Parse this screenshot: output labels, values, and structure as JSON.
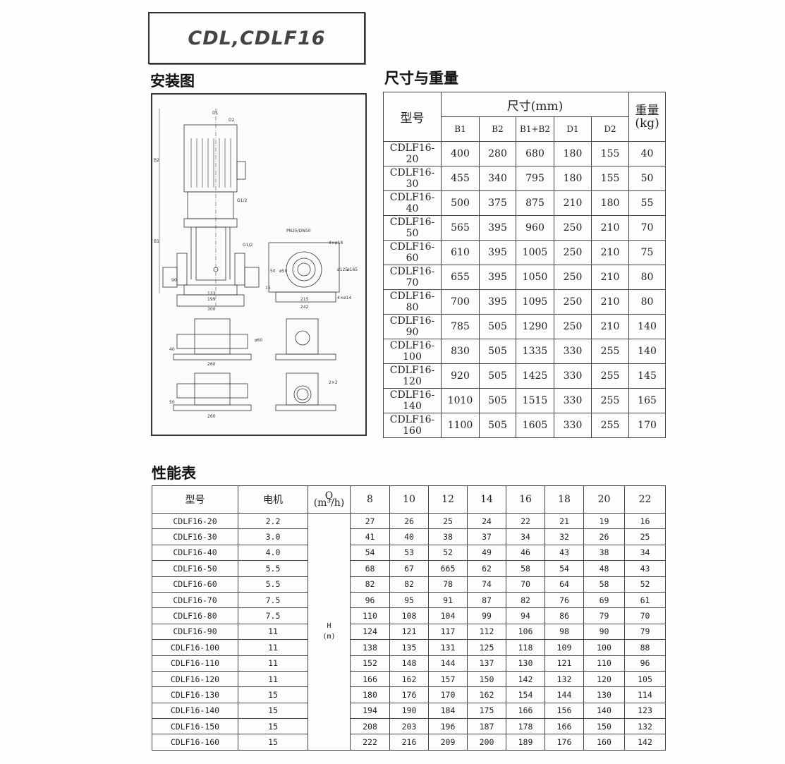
{
  "title": "CDL,CDLF16",
  "install": {
    "heading": "安装图",
    "labels": {
      "d1": "D1",
      "d2": "D2",
      "b2": "B2",
      "b1": "B1",
      "g1": "G1/2",
      "g2": "G1/2",
      "h90": "90",
      "w133": "133",
      "w199": "199",
      "w300": "300",
      "pn": "PN25/DN50",
      "bolt18": "4×ø18",
      "d125": "ø125",
      "d165": "ø165",
      "bolt14": "4×ø14",
      "w215": "215",
      "w242": "242",
      "h15": "15",
      "d50": "ø50",
      "h50": "50",
      "h40": "40",
      "w260a": "260",
      "d60": "ø60",
      "h50b": "50",
      "w260b": "260",
      "x2": "2×2"
    }
  },
  "dimensions": {
    "heading": "尺寸与重量",
    "model_header": "型号",
    "size_header": "尺寸(mm)",
    "weight_header": "重量(kg)",
    "columns": [
      "B1",
      "B2",
      "B1+B2",
      "D1",
      "D2"
    ],
    "rows": [
      [
        "CDLF16-20",
        "400",
        "280",
        "680",
        "180",
        "155",
        "40"
      ],
      [
        "CDLF16-30",
        "455",
        "340",
        "795",
        "180",
        "155",
        "50"
      ],
      [
        "CDLF16-40",
        "500",
        "375",
        "875",
        "210",
        "180",
        "55"
      ],
      [
        "CDLF16-50",
        "565",
        "395",
        "960",
        "250",
        "210",
        "70"
      ],
      [
        "CDLF16-60",
        "610",
        "395",
        "1005",
        "250",
        "210",
        "75"
      ],
      [
        "CDLF16-70",
        "655",
        "395",
        "1050",
        "250",
        "210",
        "80"
      ],
      [
        "CDLF16-80",
        "700",
        "395",
        "1095",
        "250",
        "210",
        "80"
      ],
      [
        "CDLF16-90",
        "785",
        "505",
        "1290",
        "250",
        "210",
        "140"
      ],
      [
        "CDLF16-100",
        "830",
        "505",
        "1335",
        "330",
        "255",
        "140"
      ],
      [
        "CDLF16-120",
        "920",
        "505",
        "1425",
        "330",
        "255",
        "145"
      ],
      [
        "CDLF16-140",
        "1010",
        "505",
        "1515",
        "330",
        "255",
        "165"
      ],
      [
        "CDLF16-160",
        "1100",
        "505",
        "1605",
        "330",
        "255",
        "170"
      ]
    ]
  },
  "performance": {
    "heading": "性能表",
    "model_header": "型号",
    "motor_header": "电机",
    "q_header": "Q",
    "q_unit": "(m³/h)",
    "h_label": "H",
    "h_unit": "(m)",
    "flows": [
      "8",
      "10",
      "12",
      "14",
      "16",
      "18",
      "20",
      "22"
    ],
    "rows": [
      [
        "CDLF16-20",
        "2.2",
        [
          "27",
          "26",
          "25",
          "24",
          "22",
          "21",
          "19",
          "16"
        ]
      ],
      [
        "CDLF16-30",
        "3.0",
        [
          "41",
          "40",
          "38",
          "37",
          "34",
          "32",
          "26",
          "25"
        ]
      ],
      [
        "CDLF16-40",
        "4.0",
        [
          "54",
          "53",
          "52",
          "49",
          "46",
          "43",
          "38",
          "34"
        ]
      ],
      [
        "CDLF16-50",
        "5.5",
        [
          "68",
          "67",
          "665",
          "62",
          "58",
          "54",
          "48",
          "43"
        ]
      ],
      [
        "CDLF16-60",
        "5.5",
        [
          "82",
          "82",
          "78",
          "74",
          "70",
          "64",
          "58",
          "52"
        ]
      ],
      [
        "CDLF16-70",
        "7.5",
        [
          "96",
          "95",
          "91",
          "87",
          "82",
          "76",
          "69",
          "61"
        ]
      ],
      [
        "CDLF16-80",
        "7.5",
        [
          "110",
          "108",
          "104",
          "99",
          "94",
          "86",
          "79",
          "70"
        ]
      ],
      [
        "CDLF16-90",
        "11",
        [
          "124",
          "121",
          "117",
          "112",
          "106",
          "98",
          "90",
          "79"
        ]
      ],
      [
        "CDLF16-100",
        "11",
        [
          "138",
          "135",
          "131",
          "125",
          "118",
          "109",
          "100",
          "88"
        ]
      ],
      [
        "CDLF16-110",
        "11",
        [
          "152",
          "148",
          "144",
          "137",
          "130",
          "121",
          "110",
          "96"
        ]
      ],
      [
        "CDLF16-120",
        "11",
        [
          "166",
          "162",
          "157",
          "150",
          "142",
          "132",
          "120",
          "105"
        ]
      ],
      [
        "CDLF16-130",
        "15",
        [
          "180",
          "176",
          "170",
          "162",
          "154",
          "144",
          "130",
          "114"
        ]
      ],
      [
        "CDLF16-140",
        "15",
        [
          "194",
          "190",
          "184",
          "175",
          "166",
          "156",
          "140",
          "123"
        ]
      ],
      [
        "CDLF16-150",
        "15",
        [
          "208",
          "203",
          "196",
          "187",
          "178",
          "166",
          "150",
          "132"
        ]
      ],
      [
        "CDLF16-160",
        "15",
        [
          "222",
          "216",
          "209",
          "200",
          "189",
          "176",
          "160",
          "142"
        ]
      ]
    ]
  }
}
